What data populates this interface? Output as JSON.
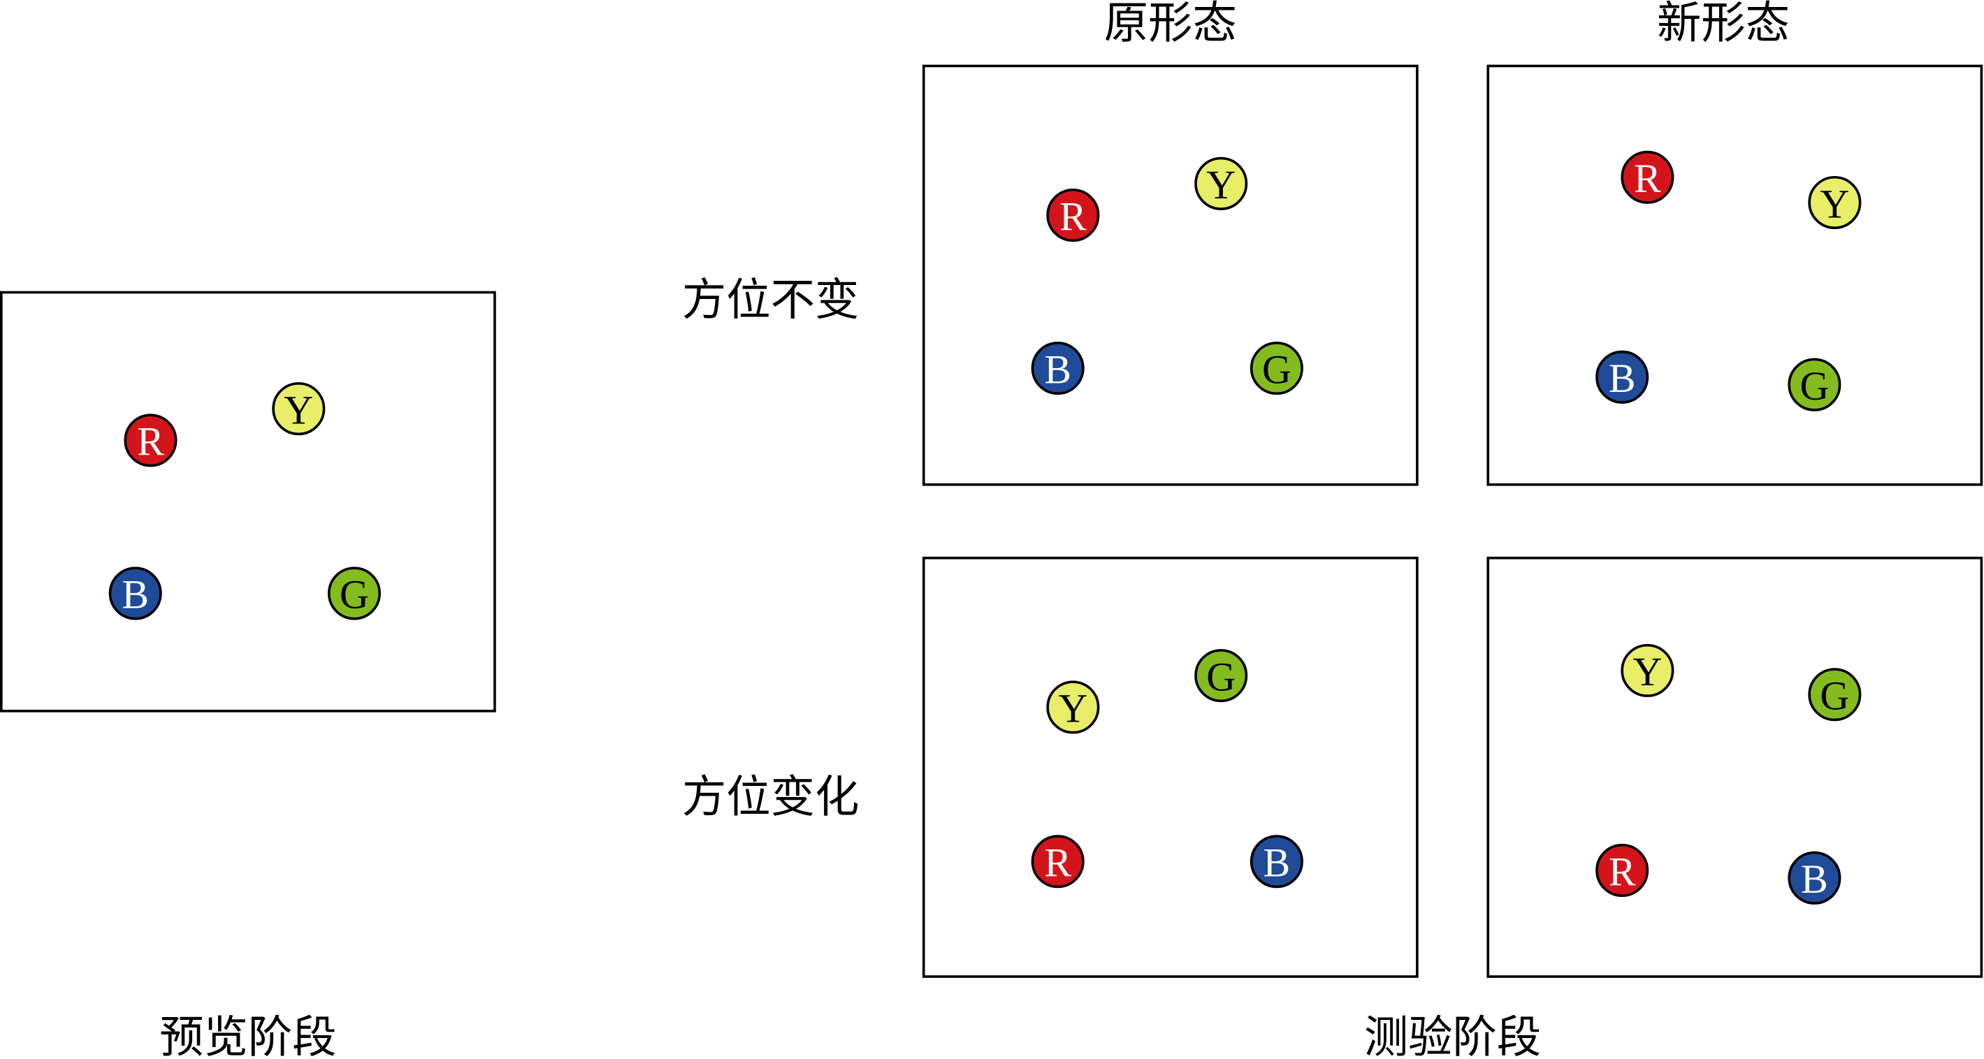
{
  "labels": {
    "preview_stage": "预览阶段",
    "test_stage": "测验阶段",
    "original_shape": "原形态",
    "new_shape": "新形态",
    "orientation_unchanged": "方位不变",
    "orientation_changed": "方位变化"
  },
  "balls": {
    "R": {
      "letter": "R",
      "fill": "#d4141b",
      "text": "#ffffff"
    },
    "Y": {
      "letter": "Y",
      "fill": "#e8ee68",
      "text": "#000000"
    },
    "B": {
      "letter": "B",
      "fill": "#1f4b98",
      "text": "#ffffff"
    },
    "G": {
      "letter": "G",
      "fill": "#84bb1f",
      "text": "#000000"
    }
  }
}
